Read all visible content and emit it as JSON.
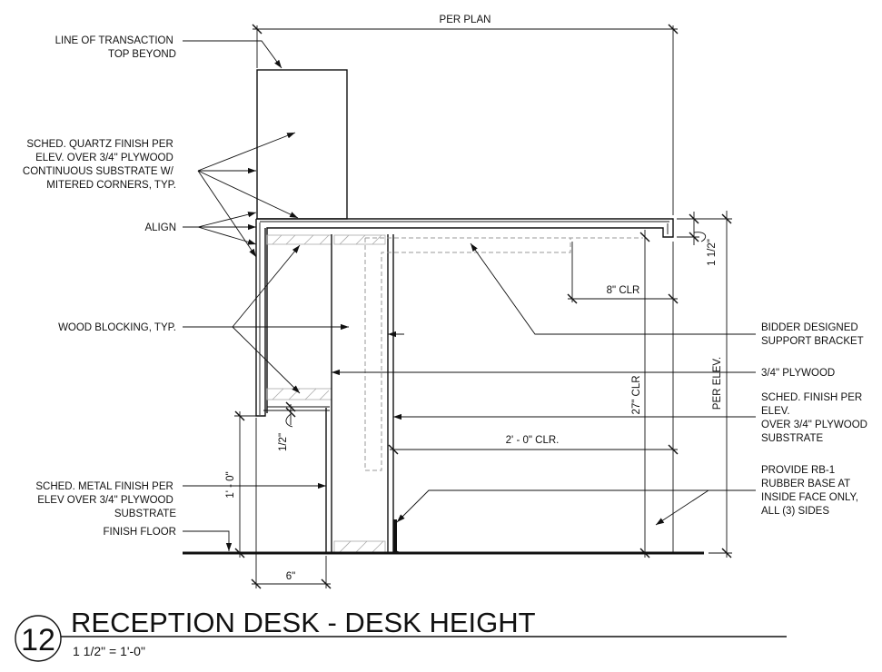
{
  "annotations": {
    "line_of_transaction": [
      "LINE OF TRANSACTION",
      "TOP BEYOND"
    ],
    "sched_quartz": [
      "SCHED. QUARTZ FINISH PER",
      "ELEV. OVER 3/4\" PLYWOOD",
      "CONTINUOUS SUBSTRATE W/",
      "MITERED CORNERS, TYP."
    ],
    "align": [
      "ALIGN"
    ],
    "wood_blocking": [
      "WOOD BLOCKING, TYP."
    ],
    "sched_metal": [
      "SCHED. METAL FINISH PER",
      "ELEV OVER 3/4\" PLYWOOD",
      "SUBSTRATE"
    ],
    "finish_floor": [
      "FINISH FLOOR"
    ],
    "bidder_bracket": [
      "BIDDER DESIGNED",
      "SUPPORT BRACKET"
    ],
    "plywood": [
      "3/4\" PLYWOOD"
    ],
    "sched_finish": [
      "SCHED. FINISH PER",
      "ELEV.",
      "OVER 3/4\" PLYWOOD",
      "SUBSTRATE"
    ],
    "rubber_base": [
      "PROVIDE RB-1",
      "RUBBER BASE AT",
      "INSIDE FACE ONLY,",
      "ALL (3) SIDES"
    ]
  },
  "dimensions": {
    "per_plan": "PER PLAN",
    "eight_clr": "8\" CLR",
    "two_ft_clr": "2' - 0\" CLR.",
    "twenty_seven_clr": "27\" CLR",
    "per_elev": "PER ELEV.",
    "one_half_right": "1 1/2\"",
    "one_half_left": "1/2\"",
    "one_foot": "1' - 0\"",
    "six_in": "6\""
  },
  "title_block": {
    "detail_number": "12",
    "title": "RECEPTION DESK - DESK HEIGHT",
    "scale": "1 1/2\" = 1'-0\""
  }
}
